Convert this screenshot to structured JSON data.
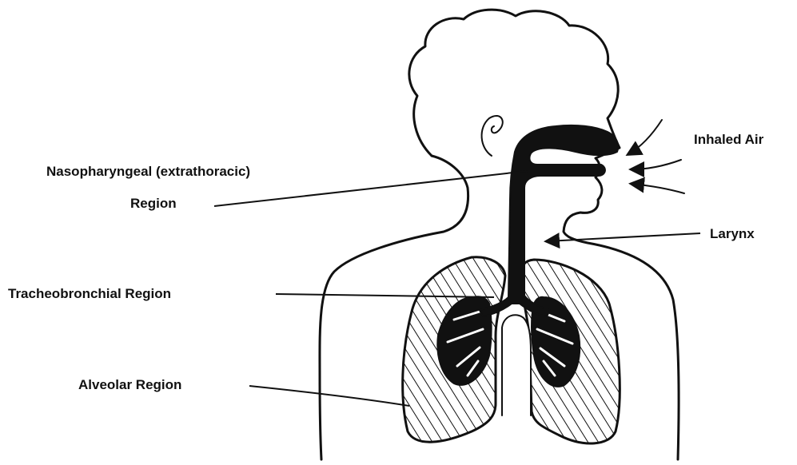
{
  "labels": {
    "inhaled_air": "Inhaled Air",
    "nasopharyngeal_line1": "Nasopharyngeal (extrathoracic)",
    "nasopharyngeal_line2": "Region",
    "larynx": "Larynx",
    "tracheobronchial": "Tracheobronchial Region",
    "alveolar": "Alveolar Region"
  },
  "colors": {
    "ink": "#111111",
    "background": "#ffffff"
  }
}
